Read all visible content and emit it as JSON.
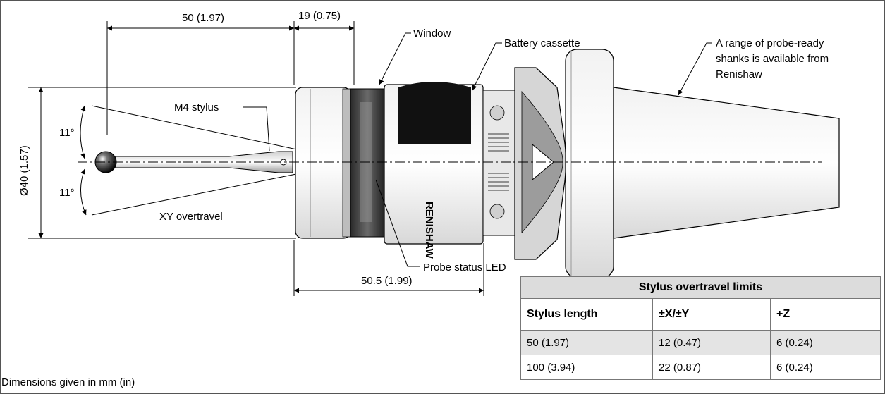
{
  "dimensions": {
    "stylus_length": "50 (1.97)",
    "front_section": "19 (0.75)",
    "body_length": "50.5 (1.99)",
    "diameter": "Ø40 (1.57)",
    "angle_top": "11°",
    "angle_bottom": "11°"
  },
  "callouts": {
    "window": "Window",
    "battery": "Battery cassette",
    "shank_line1": "A range of probe-ready",
    "shank_line2": "shanks is available from",
    "shank_line3": "Renishaw",
    "stylus": "M4 stylus",
    "overtravel": "XY overtravel",
    "led": "Probe status LED"
  },
  "branding": {
    "mark": "RENISHAW"
  },
  "note": "Dimensions given in mm (in)",
  "table": {
    "title": "Stylus overtravel limits",
    "headers": [
      "Stylus length",
      "±X/±Y",
      "+Z"
    ],
    "rows": [
      [
        "50 (1.97)",
        "12 (0.47)",
        "6 (0.24)"
      ],
      [
        "100 (3.94)",
        "22 (0.87)",
        "6 (0.24)"
      ]
    ]
  }
}
